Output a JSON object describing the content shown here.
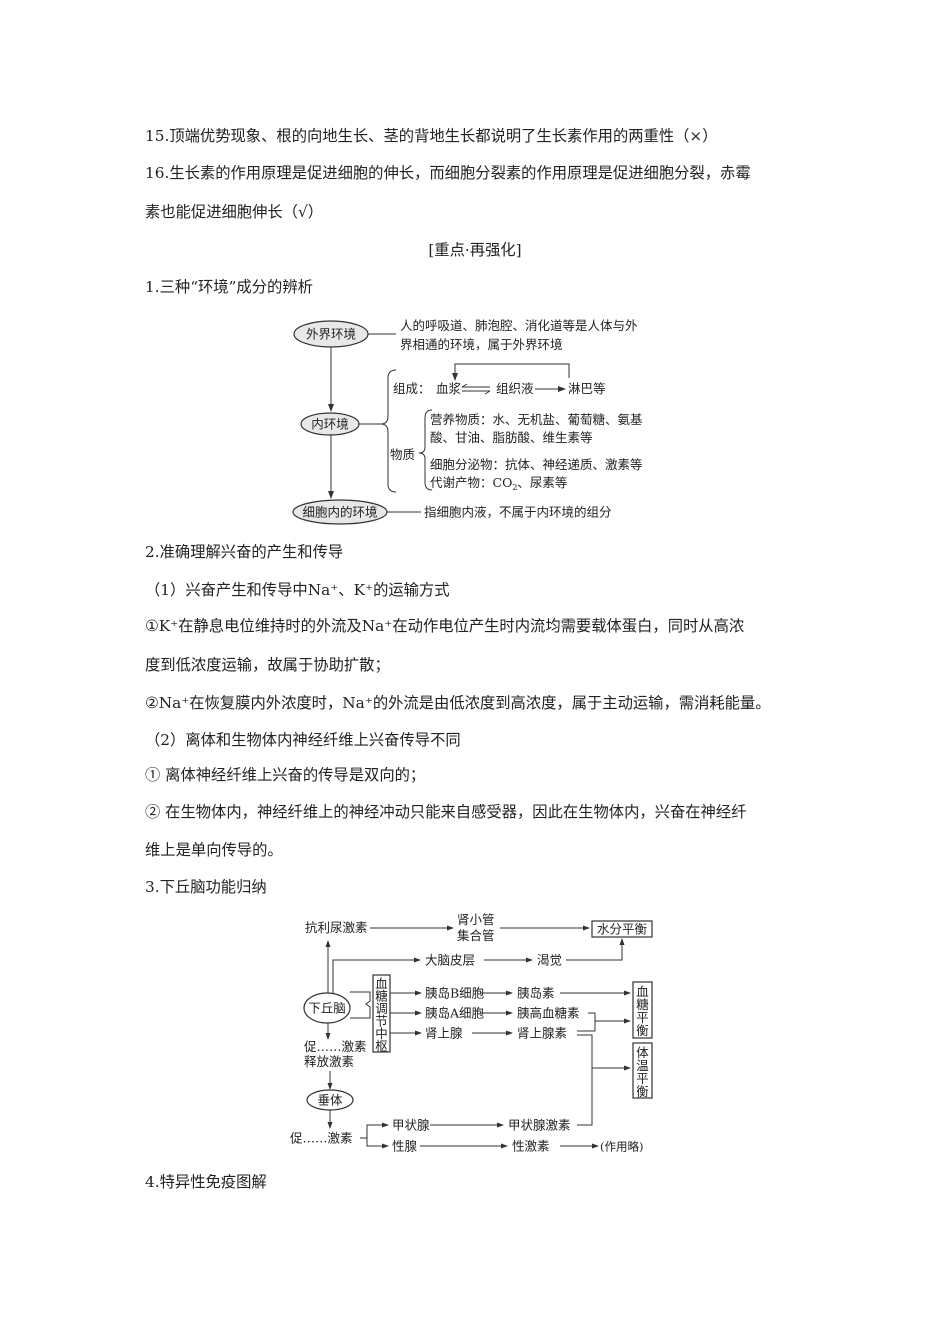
{
  "lines": {
    "l15": "15.顶端优势现象、根的向地生长、茎的背地生长都说明了生长素作用的两重性（×）",
    "l16a": "16.生长素的作用原理是促进细胞的伸长，而细胞分裂素的作用原理是促进细胞分裂，赤霉",
    "l16b": "素也能促进细胞伸长（√）",
    "section": "[重点·再强化]",
    "h1": "1.三种“环境”成分的辨析",
    "h2": "2.准确理解兴奋的产生和传导",
    "p1": "（1）兴奋产生和传导中Na⁺、K⁺的运输方式",
    "p2a": "①K⁺在静息电位维持时的外流及Na⁺在动作电位产生时内流均需要载体蛋白，同时从高浓",
    "p2b": "度到低浓度运输，故属于协助扩散；",
    "p3": "②Na⁺在恢复膜内外浓度时，Na⁺的外流是由低浓度到高浓度，属于主动运输，需消耗能量。",
    "p4": "（2）离体和生物体内神经纤维上兴奋传导不同",
    "p5": "① 离体神经纤维上兴奋的传导是双向的；",
    "p6a": "② 在生物体内，神经纤维上的神经冲动只能来自感受器，因此在生物体内，兴奋在神经纤",
    "p6b": "维上是单向传导的。",
    "h3": "3.下丘脑功能归纳",
    "h4": "4.特异性免疫图解"
  },
  "diagram1": {
    "outer": "外界环境",
    "outer_desc1": "人的呼吸道、肺泡腔、消化道等是人体与外",
    "outer_desc2": "界相通的环境，属于外界环境",
    "inner": "内环境",
    "composition_label": "组成：",
    "plasma": "血浆",
    "tissue_fluid": "组织液",
    "lymph": "淋巴等",
    "substance_label": "物质",
    "nutrients1": "营养物质：水、无机盐、葡萄糖、氨基",
    "nutrients2": "酸、甘油、脂肪酸、维生素等",
    "secretions": "细胞分泌物：抗体、神经递质、激素等",
    "metabolites_pre": "代谢产物：CO",
    "metabolites_sub": "2",
    "metabolites_post": "、尿素等",
    "cell_inner": "细胞内的环境",
    "cell_inner_desc": "指细胞内液，不属于内环境的组分"
  },
  "diagram2": {
    "adh": "抗利尿激素",
    "tubule1": "肾小管",
    "tubule2": "集合管",
    "water_balance": "水分平衡",
    "cortex": "大脑皮层",
    "thirst": "渴觉",
    "center_chars": [
      "血",
      "糖",
      "调",
      "节",
      "中",
      "枢"
    ],
    "hypothalamus": "下丘脑",
    "beta_cell": "胰岛B细胞",
    "insulin": "胰岛素",
    "alpha_cell": "胰岛A细胞",
    "glucagon": "胰高血糖素",
    "adrenal": "肾上腺",
    "adrenaline": "肾上腺素",
    "sugar_balance_chars": [
      "血",
      "糖",
      "平",
      "衡"
    ],
    "temp_balance_chars": [
      "体",
      "温",
      "平",
      "衡"
    ],
    "releasing1": "促……激素",
    "releasing2": "释放激素",
    "pituitary": "垂体",
    "tropic": "促……激素",
    "thyroid": "甲状腺",
    "thyroxine": "甲状腺激素",
    "gonad": "性腺",
    "sex_hormone": "性激素",
    "omitted": "(作用略)"
  }
}
